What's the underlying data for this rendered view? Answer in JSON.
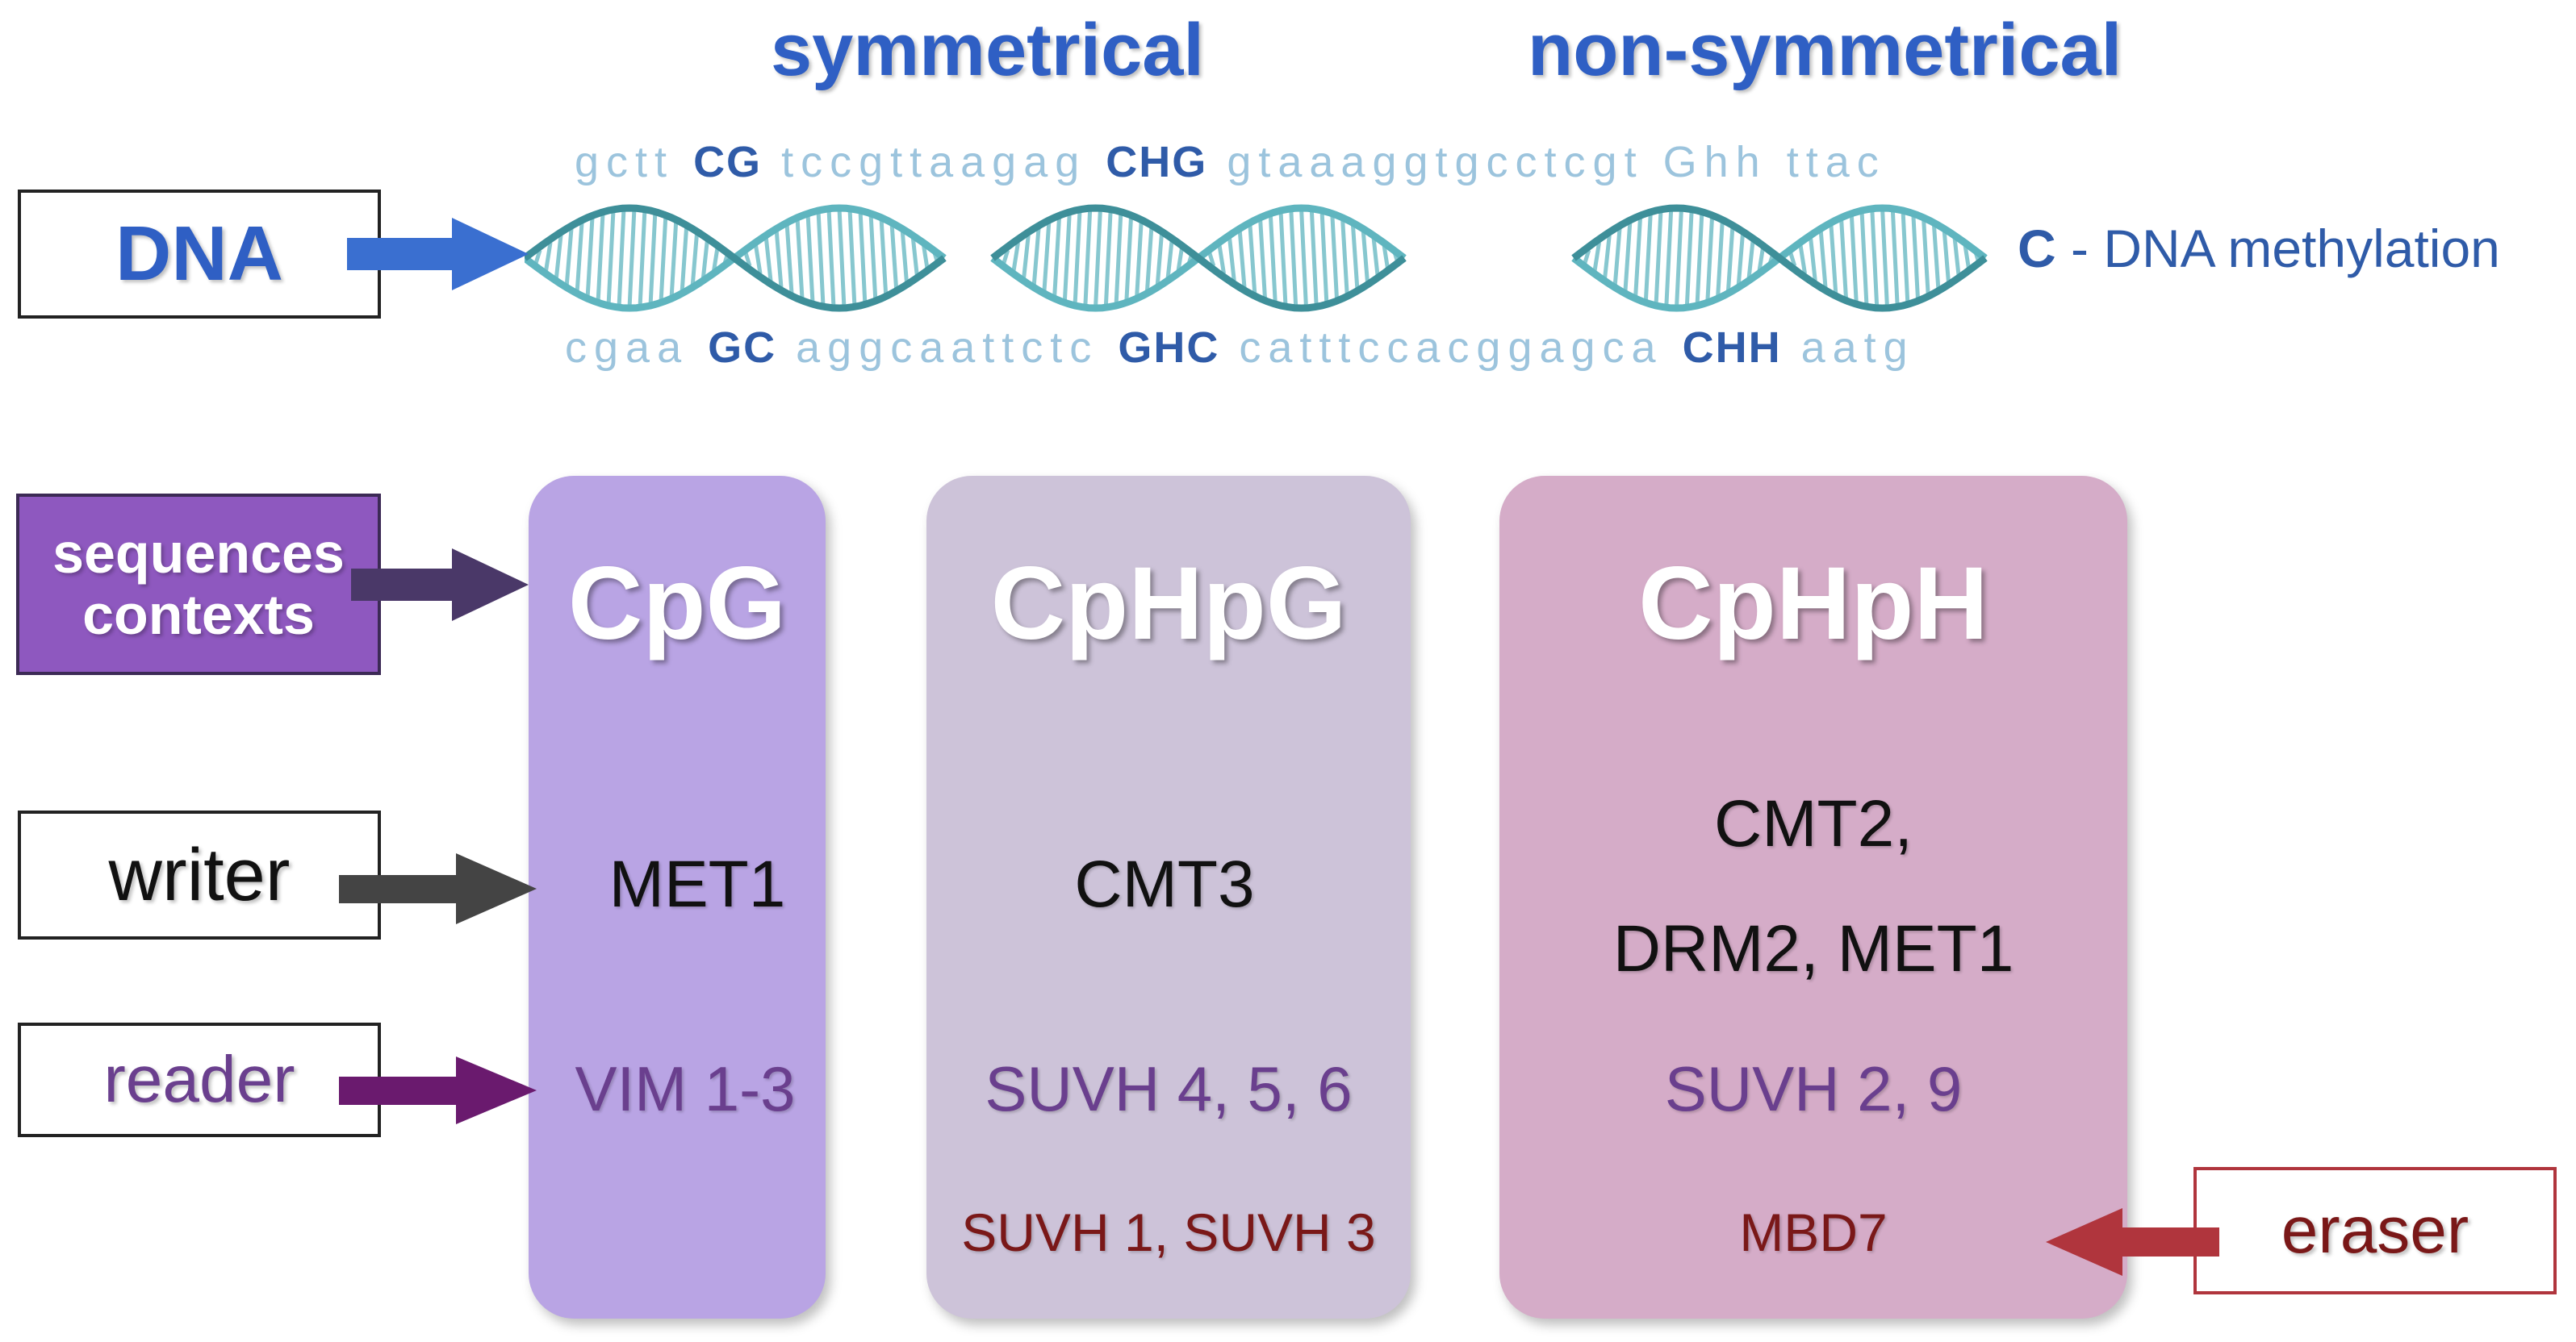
{
  "headers": {
    "symmetrical": "symmetrical",
    "non_symmetrical": "non-symmetrical"
  },
  "sequence_top": [
    {
      "t": "gctt",
      "m": false
    },
    {
      "t": "CG",
      "m": true
    },
    {
      "t": "tccgttaagag",
      "m": false
    },
    {
      "t": "CHG",
      "m": true
    },
    {
      "t": "gtaaaggtgcctcgt",
      "m": false
    },
    {
      "t": "Ghh",
      "m": false
    },
    {
      "t": "ttac",
      "m": false
    }
  ],
  "sequence_bottom": [
    {
      "t": "cgaa",
      "m": false
    },
    {
      "t": "GC",
      "m": true
    },
    {
      "t": "aggcaattctc",
      "m": false
    },
    {
      "t": "GHC",
      "m": true
    },
    {
      "t": "catttccacggagca",
      "m": false
    },
    {
      "t": "CHH",
      "m": true
    },
    {
      "t": "aatg",
      "m": false
    }
  ],
  "legend": {
    "symbol": "C",
    "text": " - DNA methylation"
  },
  "labels": {
    "dna": "DNA",
    "sequences_line1": "sequences",
    "sequences_line2": "contexts",
    "writer": "writer",
    "reader": "reader",
    "eraser": "eraser"
  },
  "columns": {
    "cpg": {
      "title": "CpG",
      "writer": "MET1",
      "reader": "VIM 1-3",
      "eraser": ""
    },
    "cphpg": {
      "title": "CpHpG",
      "writer": "CMT3",
      "reader": "SUVH 4, 5, 6",
      "eraser": "SUVH 1, SUVH 3"
    },
    "cphph": {
      "title": "CpHpH",
      "writer_line1": "CMT2,",
      "writer_line2": "DRM2, MET1",
      "reader": "SUVH 2, 9",
      "eraser": "MBD7"
    }
  },
  "colors": {
    "cpg": "#b9a4e4",
    "cphpg": "#cdc3d9",
    "cphph": "#d5acc8",
    "dna_arrow": "#3a6fd0",
    "seq_arrow": "#4a3868",
    "writer_arrow": "#444444",
    "reader_arrow": "#6a1a6e",
    "eraser_arrow": "#b0353d",
    "helix": "#5fb5bf"
  }
}
